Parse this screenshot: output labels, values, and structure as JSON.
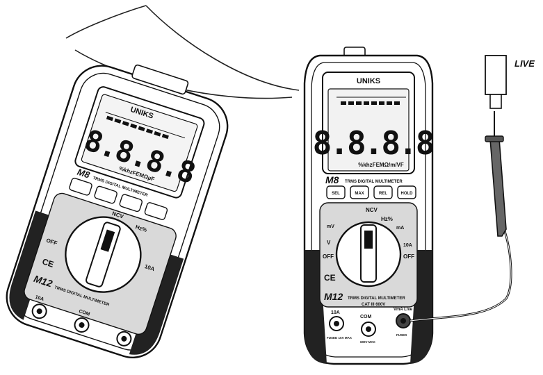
{
  "diagram": {
    "brand": "UNIKS",
    "display_digits": "8.8.8.8",
    "unit_strip": "%khzFEMΩµF",
    "unit_strip_right": "%khzFEMΩ/m/VF",
    "top_model": "M8",
    "top_subtitle": "TRMS DIGITAL MULTIMETER",
    "bottom_model": "M12",
    "bottom_subtitle": "TRMS DIGITAL MULTIMETER",
    "buttons": [
      "SEL",
      "MAX",
      "REL",
      "HOLD"
    ],
    "dial": {
      "off": "OFF",
      "ncv": "NCV",
      "hz": "Hz%",
      "ma": "mA",
      "a": "10A",
      "v": "V",
      "mv": "mV"
    },
    "ports": {
      "left": "10A",
      "middle": "COM",
      "right": "VmA Live",
      "cat": "CAT III 600V",
      "left_note": "FUSED 10A MAX",
      "middle_note": "600V MAX",
      "right_note": "FUSED"
    },
    "probe_label": "LIVE"
  }
}
